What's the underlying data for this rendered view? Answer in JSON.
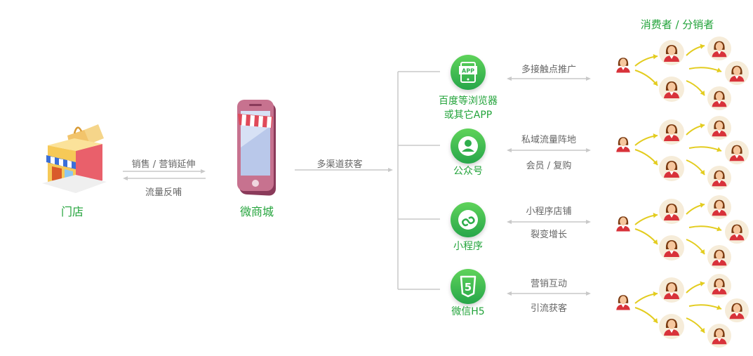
{
  "nodes": {
    "store": "门店",
    "mall": "微商城",
    "consumers": "消费者 / 分销者"
  },
  "edges": {
    "store_to_mall": "销售 / 营销延伸",
    "mall_to_store": "流量反哺",
    "mall_to_channels": "多渠道获客"
  },
  "channels": [
    {
      "name_line1": "百度等浏览器",
      "name_line2": "或其它APP",
      "icon": "app-icon",
      "icon_text": "APP",
      "top": "多接触点推广",
      "bottom": ""
    },
    {
      "name_line1": "公众号",
      "name_line2": "",
      "icon": "person-icon",
      "icon_text": "",
      "top": "私域流量阵地",
      "bottom": "会员 / 复购"
    },
    {
      "name_line1": "小程序",
      "name_line2": "",
      "icon": "miniprogram-icon",
      "icon_text": "",
      "top": "小程序店铺",
      "bottom": "裂变增长"
    },
    {
      "name_line1": "微信H5",
      "name_line2": "",
      "icon": "h5-icon",
      "icon_text": "5",
      "top": "营销互动",
      "bottom": "引流获客"
    }
  ],
  "colors": {
    "green": "#22a33a",
    "arrow_yellow": "#e3cc1f",
    "line_gray": "#c9c9c9"
  }
}
